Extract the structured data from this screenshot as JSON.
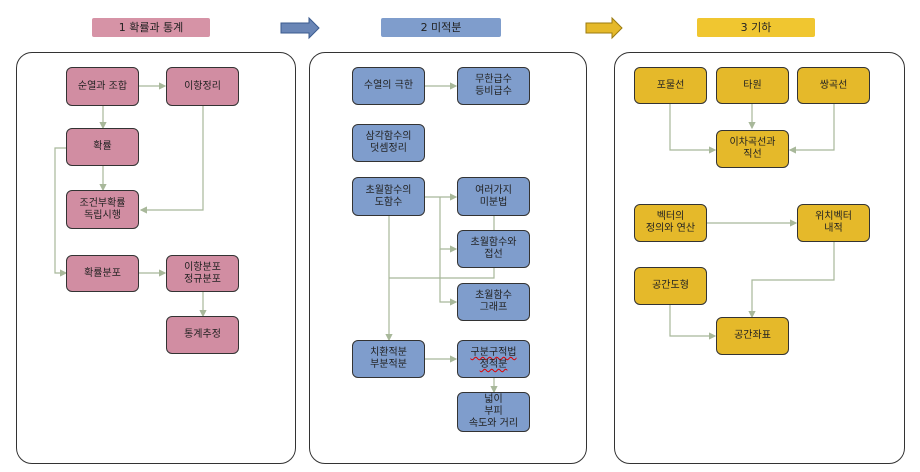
{
  "headers": {
    "probability": "1 확률과 통계",
    "calculus": "2 미적분",
    "geometry": "3 기하"
  },
  "probability": {
    "perm_comb": "순열과 조합",
    "binomial_theorem": "이항정리",
    "probability": "확률",
    "conditional": "조건부확률\n독립시행",
    "distribution": "확률분포",
    "binomial_normal": "이항분포\n정규분포",
    "estimation": "통계추정"
  },
  "calculus": {
    "sequence_limit": "수열의 극한",
    "series": "무한급수\n등비급수",
    "trig_addition": "삼각함수의\n덧셈정리",
    "transcendental_derivative": "초월함수의\n도함수",
    "various_diff": "여러가지\n미분법",
    "tangent": "초월함수와\n접선",
    "graph": "초월함수\n그래프",
    "integration": "치환적분\n부분적분",
    "riemann": "구분구적법\n정적분",
    "applications": "넓이\n부피\n속도와 거리"
  },
  "geometry": {
    "parabola": "포물선",
    "ellipse": "타원",
    "hyperbola": "쌍곡선",
    "quadratic_line": "이차곡선과\n직선",
    "vector_ops": "벡터의\n정의와 연산",
    "dot_product": "위치벡터\n내적",
    "space_figure": "공간도형",
    "space_coords": "공간좌표"
  },
  "colors": {
    "probability": "#d18da2",
    "calculus": "#7f9dcc",
    "geometry": "#e5b92a",
    "connector": "#a8b89a",
    "arrow": "#6a86b6"
  }
}
